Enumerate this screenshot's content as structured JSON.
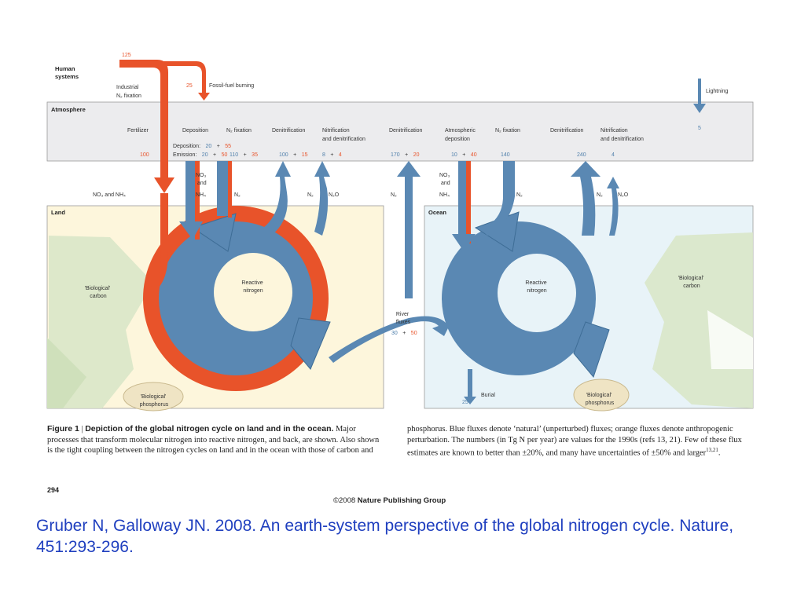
{
  "diagram": {
    "title_number": "125",
    "human_systems": "Human\nsystems",
    "industrial": "Industrial",
    "n2_fixation_industrial": "N₂ fixation",
    "fossil_value": "25",
    "fossil_label": "Fossil-fuel burning",
    "lightning_label": "Lightning",
    "lightning_value": "5",
    "atmosphere_label": "Atmosphere",
    "land_label": "Land",
    "ocean_label": "Ocean",
    "atm_labels": {
      "fertilizer": "Fertilizer",
      "deposition": "Deposition",
      "n2fix_land": "N₂ fixation",
      "denit_land": "Denitrification",
      "nitrif_land": "Nitrification",
      "and_denit_land": "and denitrification",
      "denit_mid": "Denitrification",
      "atm_dep": "Atmospheric",
      "atm_dep2": "deposition",
      "n2fix_ocean": "N₂ fixation",
      "denit_ocean": "Denitrification",
      "nitrif_ocean": "Nitrification",
      "and_denit_ocean": "and denitrification"
    },
    "flux_values": {
      "fertilizer": "100",
      "deposition_label": "Deposition:",
      "deposition_nat": "20",
      "deposition_anth": "55",
      "emission_label": "Emission:",
      "emission_nat": "20",
      "emission_anth": "50",
      "n2fix_land_nat": "110",
      "n2fix_land_anth": "35",
      "denit_land_nat": "100",
      "denit_land_anth": "15",
      "nitrif_land_nat": "8",
      "nitrif_land_anth": "4",
      "denit_mid_nat": "170",
      "denit_mid_anth": "20",
      "atm_dep_nat": "10",
      "atm_dep_anth": "40",
      "n2fix_ocean": "140",
      "denit_ocean": "240",
      "nitrif_ocean": "4"
    },
    "species": {
      "no3_nh4_land": "NO₃ and NH₄",
      "no3": "NO₃",
      "and": "and",
      "nh4": "NH₄",
      "n2_a": "N₂",
      "n2_b": "N₂",
      "n2o_a": "N₂O",
      "n2_c": "N₂",
      "no3_b": "NO₃",
      "and_b": "and",
      "nh4_b": "NH₄",
      "n2_d": "N₂",
      "n2_e": "N₂",
      "n2o_b": "N₂O"
    },
    "reactive_nitrogen_land": "Reactive\nnitrogen",
    "reactive_nitrogen_ocean": "Reactive\nnitrogen",
    "bio_carbon_land": "'Biological'\ncarbon",
    "bio_carbon_ocean": "'Biological'\ncarbon",
    "bio_phos_land": "'Biological'\nphosphorus",
    "bio_phos_ocean": "'Biological'\nphosphorus",
    "river_label": "River\nfluxes",
    "river_nat": "30",
    "river_anth": "50",
    "burial_label": "Burial",
    "burial_value": "25"
  },
  "caption": {
    "fig_label": "Figure 1",
    "fig_title": "Depiction of the global nitrogen cycle on land and in the ocean.",
    "left_text": "Major processes that transform molecular nitrogen into reactive nitrogen, and back, are shown. Also shown is the tight coupling between the nitrogen cycles on land and in the ocean with those of carbon and",
    "right_text": "phosphorus. Blue fluxes denote ‘natural’ (unperturbed) fluxes; orange fluxes denote anthropogenic perturbation. The numbers (in Tg N per year) are values for the 1990s (refs 13, 21). Few of these flux estimates are known to better than ±20%, and many have uncertainties of ±50% and larger",
    "superscript": "13,21"
  },
  "page_number": "294",
  "copyright_prefix": "©2008 ",
  "publisher": "Nature Publishing Group",
  "citation": "Gruber N, Galloway JN. 2008. An earth-system perspective of the global nitrogen cycle. Nature, 451:293-296.",
  "colors": {
    "natural": "#5a88b3",
    "anthropogenic": "#e8532a",
    "citation": "#1f3fbf",
    "land_bg": "#fdf6dc",
    "ocean_bg": "#e8f3f8",
    "atmosphere_bg": "#ececee"
  }
}
